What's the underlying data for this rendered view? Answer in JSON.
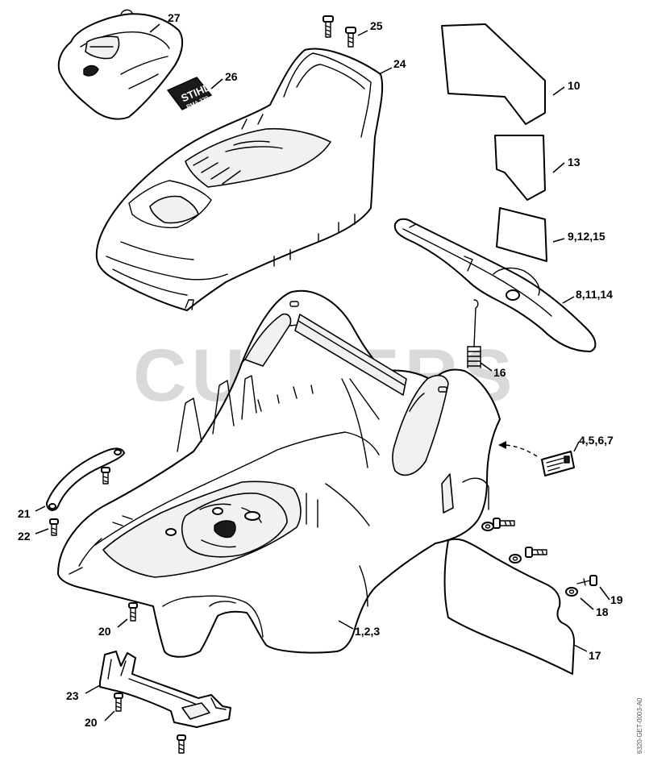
{
  "watermark": "CUTTERS",
  "document_id": "6320-GET-0003-A0",
  "cover_logo": {
    "brand": "STIHL",
    "model": "RMA 370"
  },
  "callouts": [
    {
      "id": "c27",
      "label": "27"
    },
    {
      "id": "c25",
      "label": "25"
    },
    {
      "id": "c24",
      "label": "24"
    },
    {
      "id": "c26",
      "label": "26"
    },
    {
      "id": "c10",
      "label": "10"
    },
    {
      "id": "c13",
      "label": "13"
    },
    {
      "id": "c9",
      "label": "9,12,15"
    },
    {
      "id": "c8",
      "label": "8,11,14"
    },
    {
      "id": "c16",
      "label": "16"
    },
    {
      "id": "c4",
      "label": "4,5,6,7"
    },
    {
      "id": "c21",
      "label": "21"
    },
    {
      "id": "c22",
      "label": "22"
    },
    {
      "id": "c19",
      "label": "19"
    },
    {
      "id": "c18",
      "label": "18"
    },
    {
      "id": "c20a",
      "label": "20"
    },
    {
      "id": "c1",
      "label": "1,2,3"
    },
    {
      "id": "c17",
      "label": "17"
    },
    {
      "id": "c23",
      "label": "23"
    },
    {
      "id": "c20b",
      "label": "20"
    }
  ]
}
